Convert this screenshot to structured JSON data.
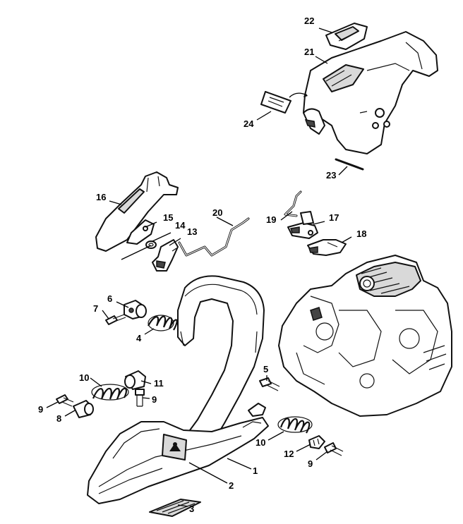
{
  "callouts": {
    "c1": "1",
    "c2": "2",
    "c3": "3",
    "c4": "4",
    "c5": "5",
    "c6": "6",
    "c7": "7",
    "c8": "8",
    "c9a": "9",
    "c9b": "9",
    "c9c": "9",
    "c10a": "10",
    "c10b": "10",
    "c11": "11",
    "c12": "12",
    "c13": "13",
    "c14": "14",
    "c15": "15",
    "c16": "16",
    "c17": "17",
    "c18": "18",
    "c19": "19",
    "c20": "20",
    "c21": "21",
    "c22": "22",
    "c23": "23",
    "c24": "24"
  },
  "colors": {
    "line": "#111111",
    "background": "#ffffff",
    "shade": "#d9d9d9"
  },
  "icons": {
    "spring": "coil-spring-icon",
    "screw": "screw-icon"
  }
}
